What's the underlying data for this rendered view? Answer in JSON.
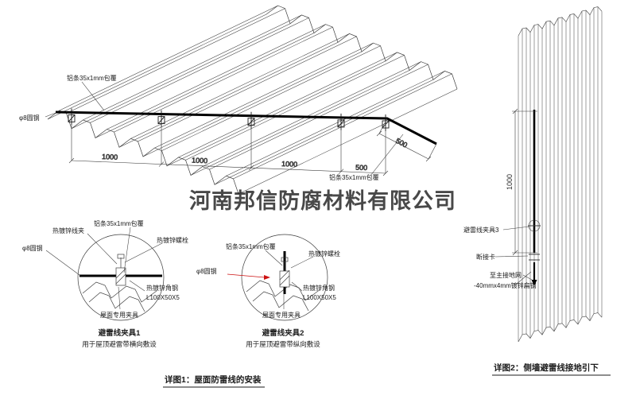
{
  "watermark": "河南邦信防腐材料有限公司",
  "colors": {
    "line": "#3c3c3c",
    "wire": "#000000",
    "accent_red": "#cc1111",
    "watermark_gray": "#9a9a9a"
  },
  "roof_drawing": {
    "label_strip_top": "铝条35x1mm包覆",
    "label_round_steel": "φ8圆钢",
    "label_strip_right": "铝条35x1mm包覆",
    "dims": {
      "d1": "1000",
      "d2": "1000",
      "d3": "1000",
      "d4": "500",
      "side": "500"
    },
    "caption": "详图1：屋面防雷线的安装"
  },
  "detail1": {
    "label_clamp": "热镀锌线夹",
    "label_strip": "铝条35x1mm包覆",
    "label_bolt": "热镀锌螺栓",
    "label_round_steel": "φ8圆钢",
    "label_angle": "热镀锌角钢",
    "label_angle_spec": "L100X50X5",
    "label_roof_fixture": "屋面专用夹具",
    "title": "避雷线夹具1",
    "subtitle": "用于屋顶避雷带横向敷设"
  },
  "detail2": {
    "label_strip": "铝条35x1mm包覆",
    "label_bolt": "热镀锌螺栓",
    "label_round_steel": "φ8圆钢",
    "label_angle": "热镀锌角钢",
    "label_angle_spec": "L100X50X5",
    "label_roof_fixture": "屋面专用夹具",
    "title": "避雷线夹具2",
    "subtitle": "用于屋顶避雷带纵向敷设"
  },
  "wall_drawing": {
    "dim_vertical": "1000",
    "label_clamp3": "避雷线夹具3",
    "label_disconnect": "断接卡",
    "label_to_ground": "至主接地网",
    "label_flat_steel": "-40mmx4mm镀锌扁钢",
    "caption": "详图2：侧墙避雷线接地引下"
  }
}
